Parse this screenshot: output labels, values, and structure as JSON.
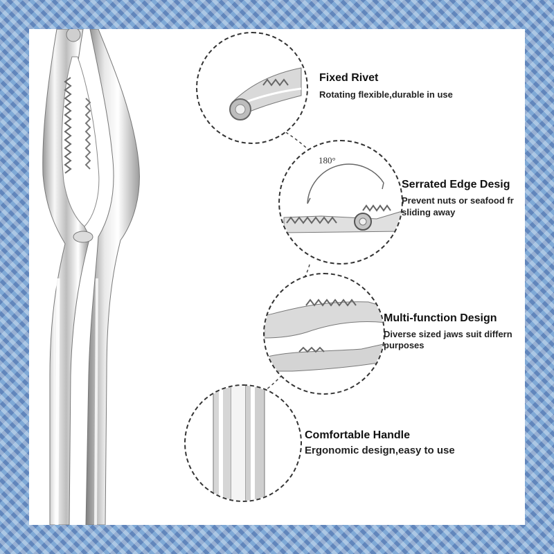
{
  "product": {
    "image_name": "seafood-nut-cracker-pliers"
  },
  "features": [
    {
      "title": "Fixed Rivet",
      "description_lines": [
        "Rotating flexible,durable in use"
      ]
    },
    {
      "title": "Serrated Edge Desig",
      "description_lines": [
        "Prevent nuts or seafood fr",
        "sliding away"
      ],
      "angle_label": "180°"
    },
    {
      "title": "Multi-function Design",
      "description_lines": [
        "Diverse sized jaws suit differn",
        "purposes"
      ]
    },
    {
      "title": "Comfortable Handle",
      "description_lines": [
        "Ergonomic design,easy to use"
      ]
    }
  ],
  "colors": {
    "border_pattern": "#7fa9d6",
    "background": "#ffffff",
    "metal_light": "#f2f2f2",
    "metal_dark": "#8a8a8a",
    "dashed_line": "#333333"
  }
}
